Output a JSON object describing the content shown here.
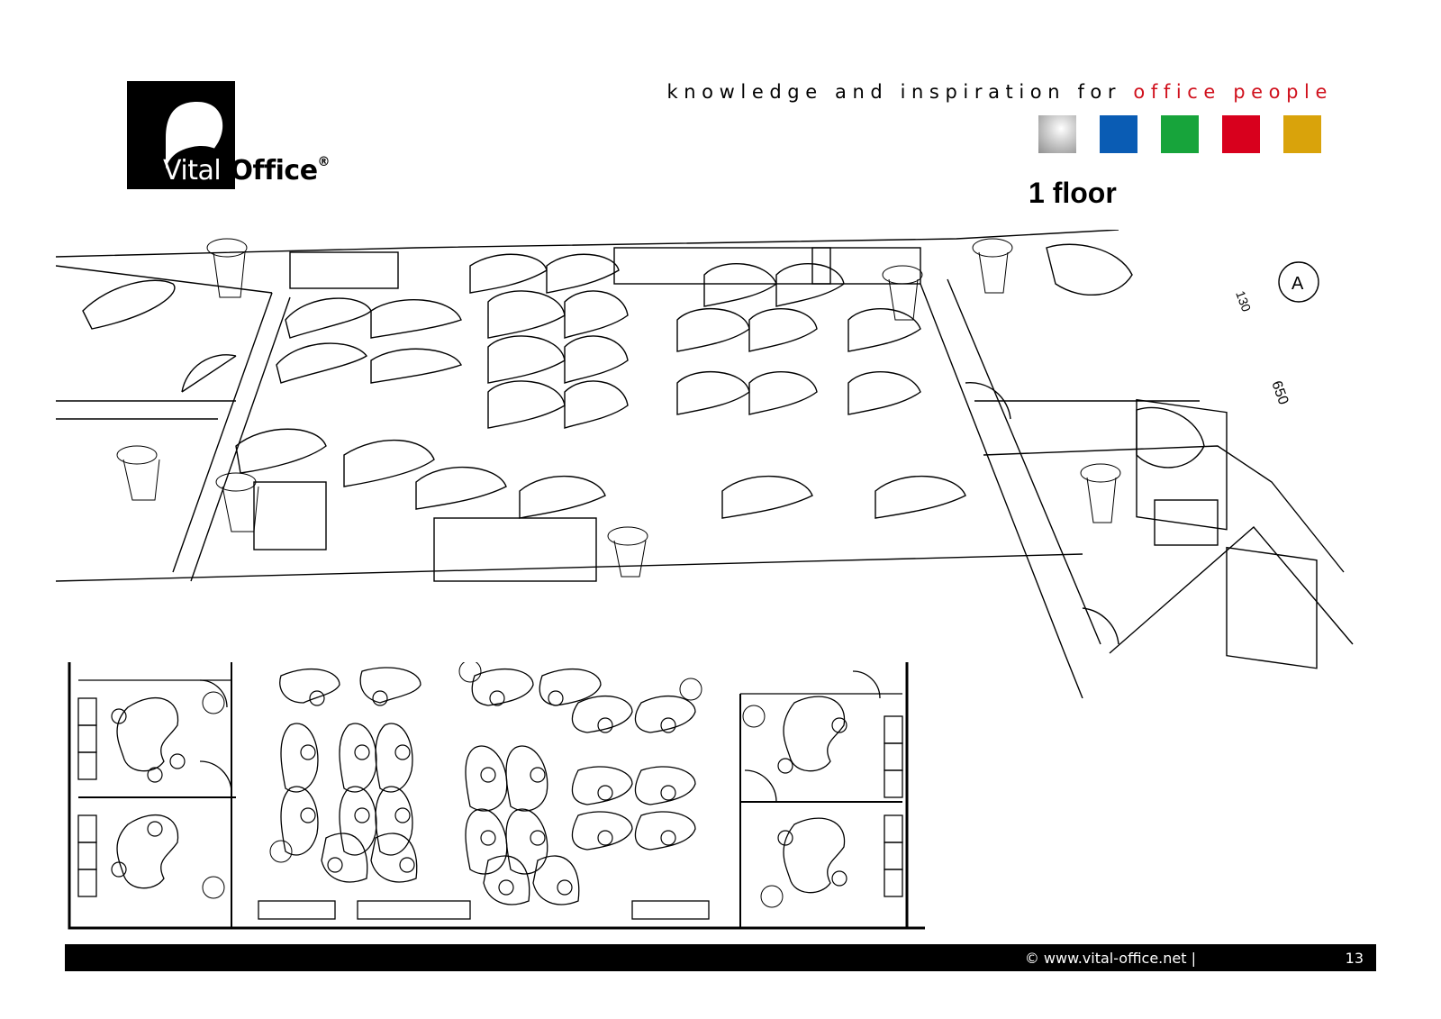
{
  "logo": {
    "part1": "Vital",
    "dash": "-",
    "part2": "Office",
    "reg": "®"
  },
  "tagline": {
    "prefix": "knowledge and inspiration for ",
    "accent": "office people"
  },
  "swatch_colors": [
    "silver",
    "#0a5cb4",
    "#17a43b",
    "#d8001d",
    "#d9a30b"
  ],
  "floor_label": "1 floor",
  "plan_3d_marks": {
    "dim_a": "A",
    "dim_130": "130",
    "dim_650": "650"
  },
  "footer": {
    "copyright": "©  www.vital-office.net   |",
    "page": "13"
  }
}
